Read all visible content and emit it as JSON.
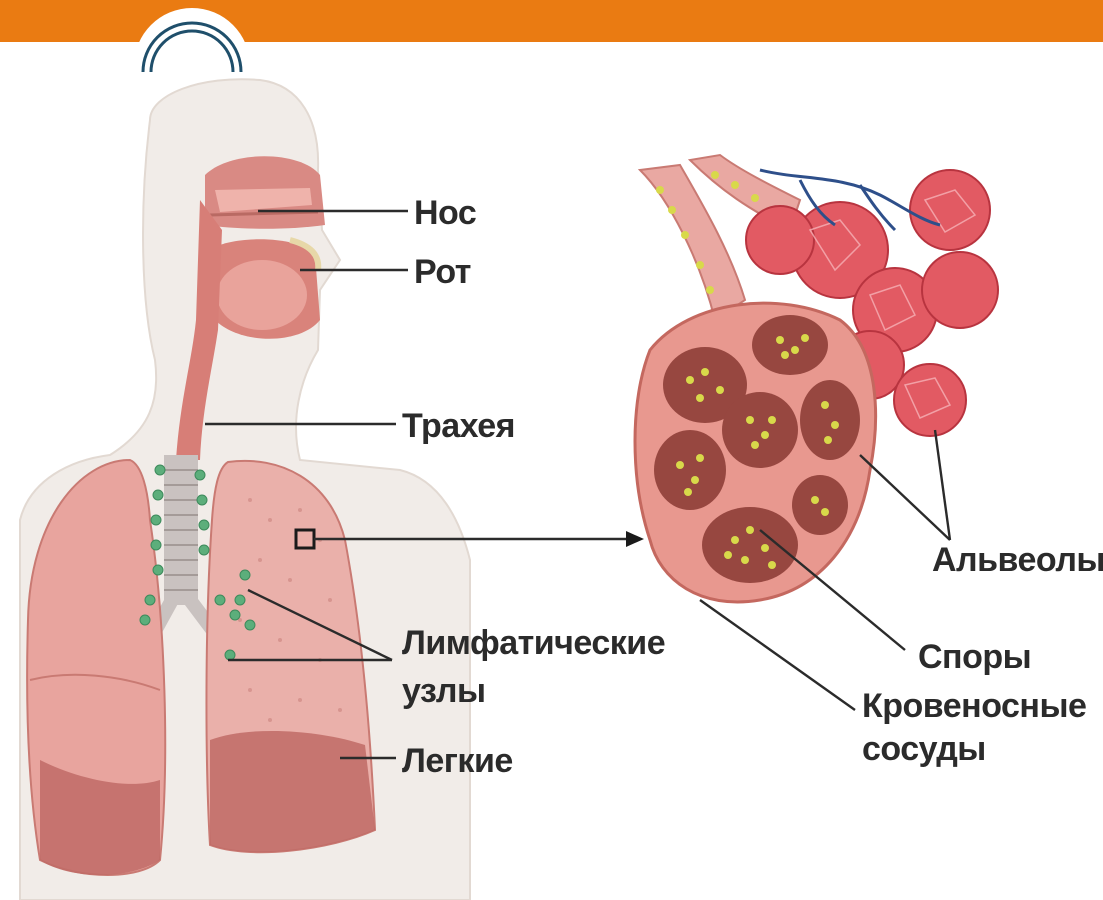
{
  "colors": {
    "banner": "#ea7b12",
    "circle_outline": "#1f4f6b",
    "label_text": "#2b2b2b",
    "lung_tissue": "#e8a49e",
    "lymph_nodes": "#5cae7b",
    "spores": "#d8d94a",
    "blood_vessels": "#2e4f8a"
  },
  "labels": {
    "nose": "Нос",
    "mouth": "Рот",
    "trachea": "Трахея",
    "lymph_line1": "Лимфатические",
    "lymph_line2": "узлы",
    "lungs": "Легкие",
    "alveoli": "Альвеолы",
    "spores": "Споры",
    "vessels_line1": "Кровеносные",
    "vessels_line2": "сосуды"
  }
}
